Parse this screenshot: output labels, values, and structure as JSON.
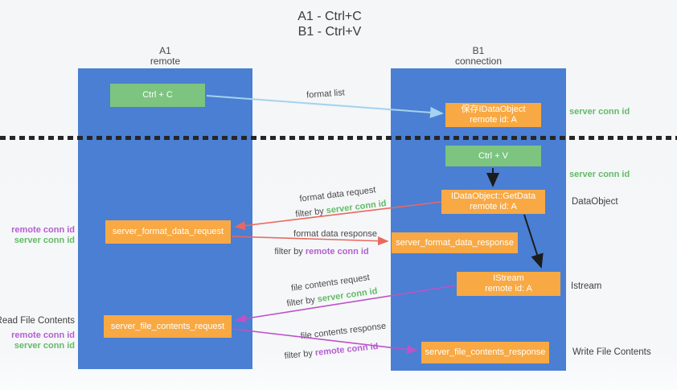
{
  "title": {
    "line1": "A1 - Ctrl+C",
    "line2": "B1 - Ctrl+V"
  },
  "columns": {
    "a1": {
      "name": "A1",
      "subtitle": "remote"
    },
    "b1": {
      "name": "B1",
      "subtitle": "connection"
    }
  },
  "nodes": {
    "ctrl_c": {
      "label": "Ctrl + C"
    },
    "save_idataobject": {
      "line1": "保存IDataObject",
      "line2": "remote id: A"
    },
    "ctrl_v": {
      "label": "Ctrl + V"
    },
    "idataobject_getdata": {
      "line1": "IDataObject::GetData",
      "line2": "remote id: A"
    },
    "server_format_data_request": {
      "label": "server_format_data_request"
    },
    "server_format_data_response": {
      "label": "server_format_data_response"
    },
    "istream": {
      "line1": "IStream",
      "line2": "remote id: A"
    },
    "server_file_contents_request": {
      "label": "server_file_contents_request"
    },
    "server_file_contents_response": {
      "label": "server_file_contents_response"
    }
  },
  "left_labels": {
    "remote_conn_id_top": "remote conn id",
    "server_conn_id_top": "server conn id",
    "read_file_contents": "Read File Contents",
    "remote_conn_id_bottom": "remote conn id",
    "server_conn_id_bottom": "server conn id"
  },
  "right_labels": {
    "server_conn_id_top": "server conn id",
    "server_conn_id_mid": "server conn id",
    "dataobject": "DataObject",
    "istream": "Istream",
    "write_file_contents": "Write File Contents"
  },
  "flow_labels": {
    "format_list": "format list",
    "format_data_request": "format data request",
    "format_data_response": "format data response",
    "file_contents_request": "file contents request",
    "file_contents_response": "file contents response",
    "filter_by": "filter by",
    "server_conn_id": "server conn id",
    "remote_conn_id": "remote conn id"
  },
  "colors": {
    "lane_blue": "#4a7fd3",
    "green_box": "#7cc47f",
    "orange_box": "#f8a943",
    "green_text": "#62bb66",
    "purple_text": "#b35fd0",
    "blue_arrow": "#a5d2ef",
    "red_arrow": "#e9685e",
    "magenta_arrow": "#bd53c6",
    "black_arrow": "#1c1c1c"
  }
}
